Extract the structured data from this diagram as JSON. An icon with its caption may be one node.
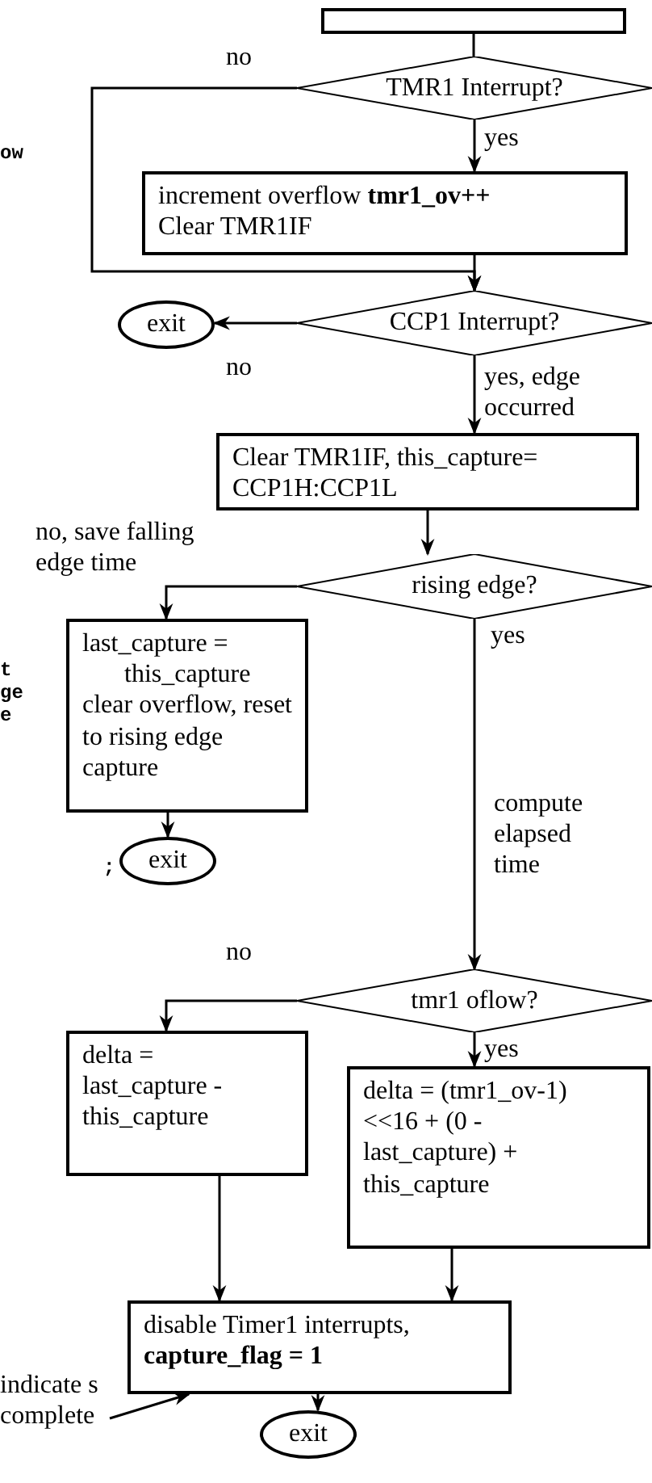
{
  "diagram": {
    "nodes": [
      {
        "text": [],
        "shape": "box"
      },
      {
        "text": [
          "TMR1 Interrupt?"
        ]
      },
      {
        "text": [
          "increment overflow **tmr1_ov++**",
          "Clear TMR1IF"
        ]
      },
      {
        "text": [
          "CCP1 Interrupt?"
        ]
      },
      {
        "text": [
          "exit"
        ]
      },
      {
        "text": [
          "Clear TMR1IF, this_capture= CCP1H:CCP1L"
        ]
      },
      {
        "text": [
          "rising edge?"
        ]
      },
      {
        "text": [
          "last_capture = this_capture",
          "clear overflow, reset to rising edge capture"
        ]
      },
      {
        "text": [
          "exit"
        ]
      },
      {
        "text": [
          "tmr1 oflow?"
        ]
      },
      {
        "text": [
          "delta = last_capture - this_capture"
        ]
      },
      {
        "text": [
          "delta = (tmr1_ov-1) <<16 + (0 - last_capture) + this_capture"
        ]
      },
      {
        "text": [
          "disable Timer1 interrupts,",
          "**capture_flag = 1**"
        ]
      },
      {
        "text": [
          "exit"
        ]
      },
      {
        "text": [
          "indicate s complete"
        ]
      }
    ],
    "edges": [
      {
        "from": 0,
        "to": 1,
        "arrow": "none"
      },
      {
        "from": 1,
        "to": 2,
        "arrow": "to",
        "label": "yes"
      },
      {
        "from": 1,
        "to": 3,
        "arrow": "to",
        "label": "no"
      },
      {
        "from": 2,
        "to": 3,
        "arrow": "to"
      },
      {
        "from": 3,
        "to": 4,
        "arrow": "to",
        "label": "no"
      },
      {
        "from": 3,
        "to": 5,
        "arrow": "to",
        "label": "yes, edge occurred"
      },
      {
        "from": 5,
        "to": 6,
        "arrow": "to"
      },
      {
        "from": 6,
        "to": 7,
        "arrow": "to",
        "label": "no, save falling edge time"
      },
      {
        "from": 6,
        "to": 9,
        "arrow": "to",
        "label": "yes"
      },
      {
        "from": 7,
        "to": 8,
        "arrow": "to"
      },
      {
        "from": 9,
        "to": 10,
        "arrow": "to",
        "label": "no"
      },
      {
        "from": 9,
        "to": 11,
        "arrow": "to",
        "label": "yes"
      },
      {
        "from": 10,
        "to": 12,
        "arrow": "to"
      },
      {
        "from": 11,
        "to": 12,
        "arrow": "to"
      },
      {
        "from": 12,
        "to": 13,
        "arrow": "to"
      },
      {
        "from": 14,
        "to": 12,
        "arrow": "to"
      }
    ],
    "labels": [
      "ow",
      "t",
      "ge",
      "e",
      ";",
      "compute elapsed time"
    ]
  }
}
